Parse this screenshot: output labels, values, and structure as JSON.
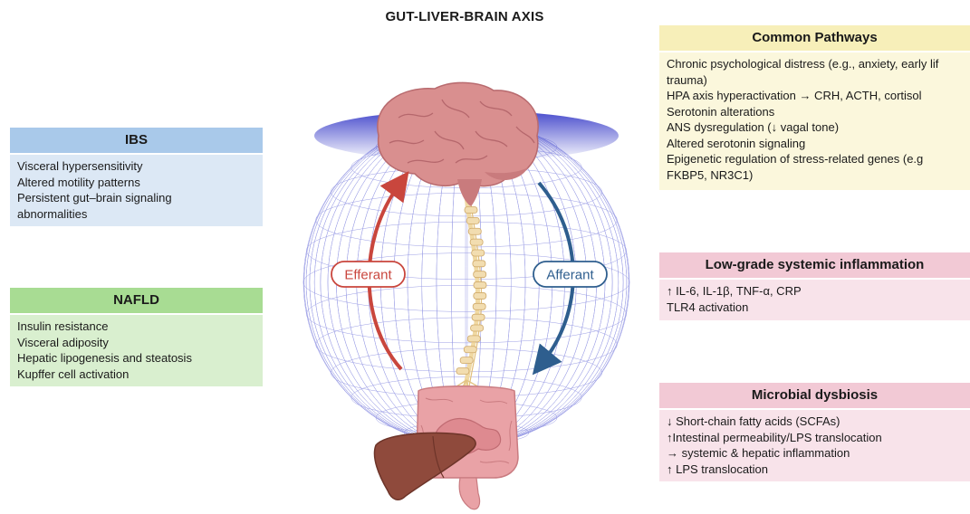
{
  "title": "GUT-LIVER-BRAIN AXIS",
  "ibs": {
    "header": "IBS",
    "items": [
      "Visceral hypersensitivity",
      "Altered motility patterns",
      "Persistent gut–brain signaling",
      "abnormalities"
    ]
  },
  "nafld": {
    "header": "NAFLD",
    "items": [
      "Insulin resistance",
      "Visceral adiposity",
      "Hepatic lipogenesis and steatosis",
      "Kupffer cell activation"
    ]
  },
  "common": {
    "header": "Common Pathways",
    "items": [
      "Chronic psychological distress (e.g., anxiety, early lif",
      "trauma)",
      "HPA axis hyperactivation → CRH, ACTH, cortisol",
      "Serotonin alterations",
      "ANS dysregulation (↓ vagal tone)",
      "Altered serotonin signaling",
      "Epigenetic regulation of stress-related genes (e.g",
      "FKBP5, NR3C1)"
    ]
  },
  "inflammation": {
    "header": "Low-grade systemic inflammation",
    "items": [
      "↑ IL-6, IL-1β, TNF-α, CRP",
      "TLR4 activation"
    ]
  },
  "dysbiosis": {
    "header": "Microbial dysbiosis",
    "items": [
      "↓ Short-chain fatty acids (SCFAs)",
      "↑Intestinal permeability/LPS translocation",
      "→ systemic & hepatic inflammation",
      "↑ LPS translocation"
    ]
  },
  "labels": {
    "efferant": "Efferant",
    "afferant": "Afferant"
  },
  "colors": {
    "efferant": "#c9463d",
    "afferant": "#2e5e8e",
    "sphere": "#3b3fc9"
  }
}
